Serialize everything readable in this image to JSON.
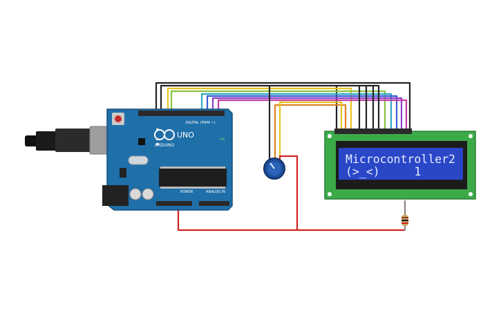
{
  "arduino": {
    "brand": "ARDUINO",
    "model": "UNO",
    "header_digital": "DIGITAL (PWM ~)",
    "header_power": "POWER",
    "header_analog": "ANALOG IN",
    "on_label": "ON",
    "board_color": "#1f6fa9",
    "usb_color": "#9e9e9e",
    "power_jack_color": "#222222"
  },
  "lcd": {
    "line1": "Microcontroller2",
    "line2": "(>_<)     1",
    "pcb_color": "#3daa4a",
    "screen_color": "#2a47c8",
    "text_color": "#e6ecff"
  },
  "potentiometer": {
    "knob_color": "#1d4e9a"
  },
  "resistor": {
    "body_color": "#c9a66b"
  },
  "wire_colors": {
    "black": "#222222",
    "red": "#d32222",
    "orange": "#e3811d",
    "yellow": "#e6c420",
    "green": "#8bc43f",
    "cyan": "#2aa9c9",
    "blue": "#3b5bd0",
    "purple": "#8a3fc7",
    "magenta": "#c23c9f"
  }
}
